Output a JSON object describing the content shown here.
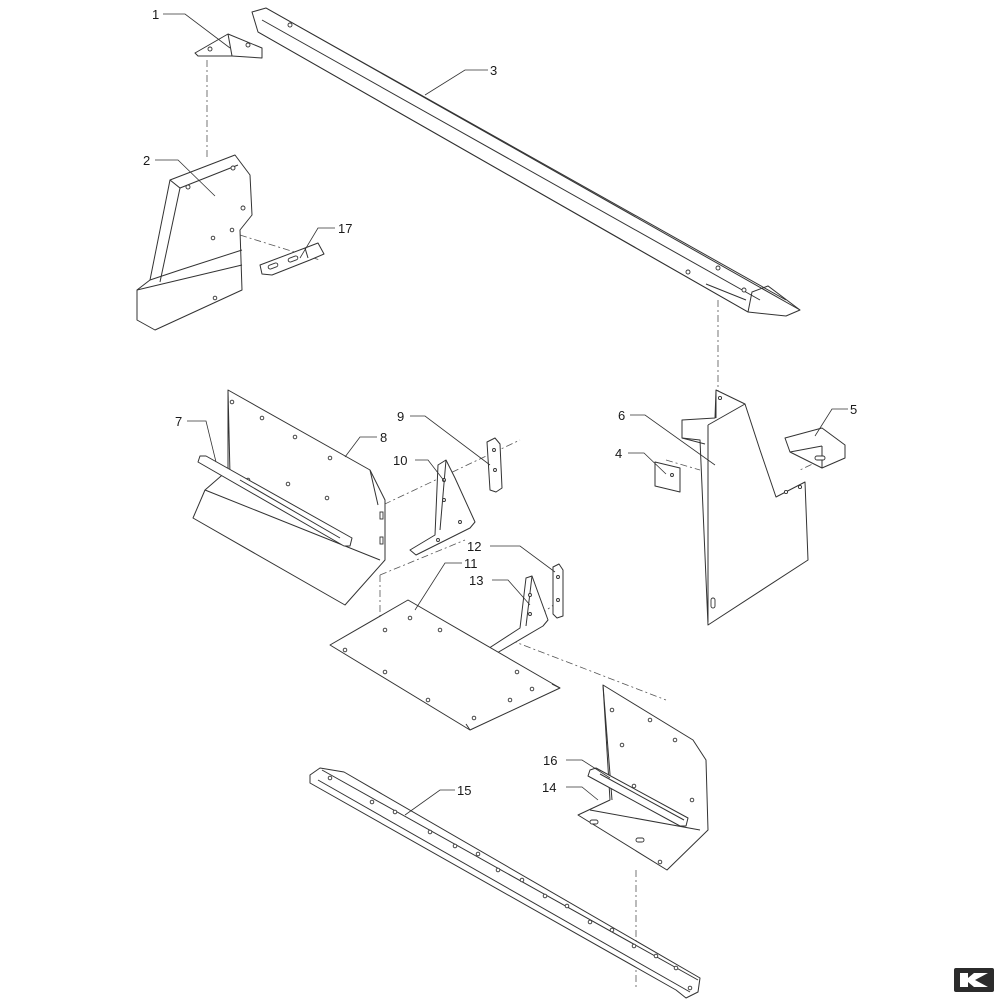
{
  "diagram": {
    "callouts": [
      "1",
      "2",
      "3",
      "4",
      "5",
      "6",
      "7",
      "8",
      "9",
      "10",
      "11",
      "12",
      "13",
      "14",
      "15",
      "16",
      "17"
    ]
  },
  "logo": {
    "brand_text": "K",
    "icon": "brand-logo-icon"
  },
  "colors": {
    "line": "#333333",
    "background": "#ffffff",
    "logo": "#2b2b2b"
  }
}
